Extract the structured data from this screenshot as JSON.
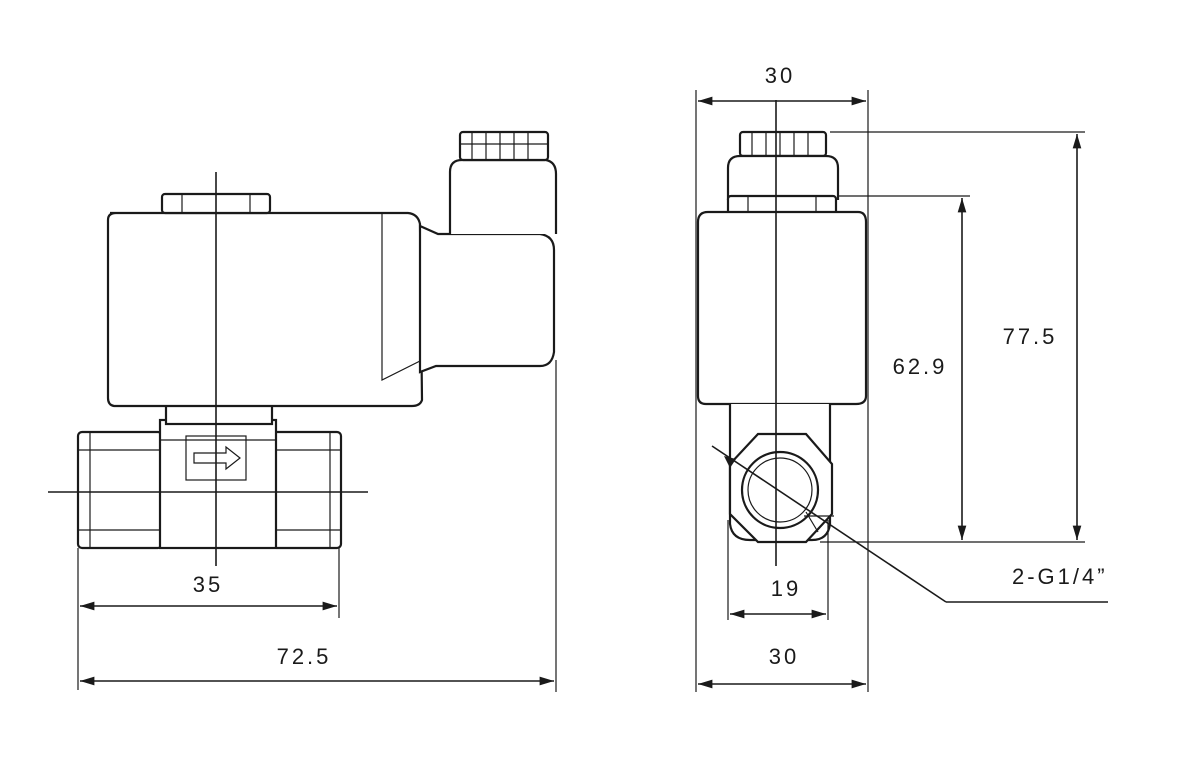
{
  "drawing": {
    "dims": {
      "thread_spacing": "35",
      "overall_length": "72.5",
      "top_width": "30",
      "bottom_width": "30",
      "port_width": "19",
      "coil_height": "62.9",
      "total_height": "77.5"
    },
    "port_callout": "2-G1/4”"
  },
  "colors": {
    "line": "#1a1a1a",
    "background": "#ffffff"
  }
}
